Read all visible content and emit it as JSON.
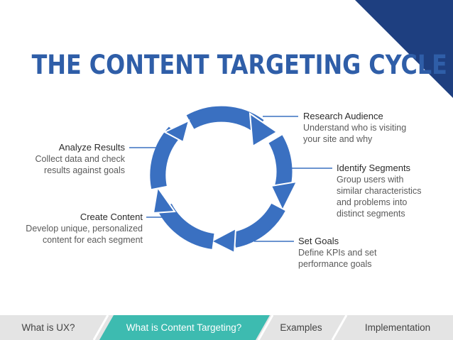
{
  "title": "THE CONTENT TARGETING CYCLE",
  "colors": {
    "corner": "#1e3f80",
    "title": "#2f5ea8",
    "cycle": "#3a70c1",
    "nav_bg": "#e4e4e4",
    "nav_active": "#3dbbb0"
  },
  "steps": [
    {
      "heading": "Research Audience",
      "lines": [
        "Understand who is visiting",
        "your site and why"
      ]
    },
    {
      "heading": "Identify Segments",
      "lines": [
        "Group users with",
        "similar characteristics",
        "and problems into",
        "distinct segments"
      ]
    },
    {
      "heading": "Set Goals",
      "lines": [
        "Define KPIs and set",
        "performance goals"
      ]
    },
    {
      "heading": "Create Content",
      "lines": [
        "Develop unique, personalized",
        "content for each segment"
      ]
    },
    {
      "heading": "Analyze Results",
      "lines": [
        "Collect data and check",
        "results against goals"
      ]
    }
  ],
  "nav": {
    "tabs": [
      "What is UX?",
      "What is Content Targeting?",
      "Examples",
      "Implementation"
    ],
    "active_index": 1
  }
}
